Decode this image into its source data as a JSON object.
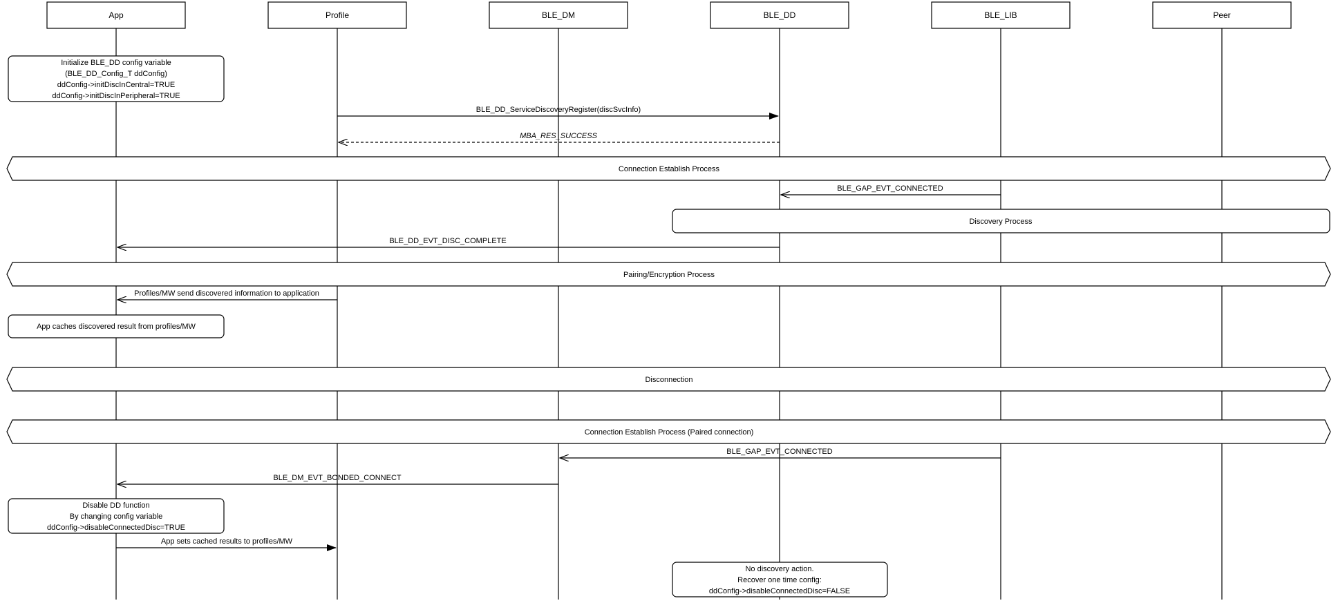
{
  "participants": [
    "App",
    "Profile",
    "BLE_DM",
    "BLE_DD",
    "BLE_LIB",
    "Peer"
  ],
  "notes": {
    "init": [
      "Initialize BLE_DD config variable",
      "(BLE_DD_Config_T ddConfig)",
      "ddConfig->initDiscInCentral=TRUE",
      "ddConfig->initDiscInPeripheral=TRUE"
    ],
    "discovery": "Discovery Process",
    "cache": "App caches discovered result from profiles/MW",
    "disable": [
      "Disable DD function",
      "By changing config variable",
      "ddConfig->disableConnectedDisc=TRUE"
    ],
    "nodisc": [
      "No discovery action.",
      "Recover one time config:",
      "ddConfig->disableConnectedDisc=FALSE"
    ]
  },
  "sections": {
    "conn": "Connection Establish Process",
    "pairing": "Pairing/Encryption Process",
    "disconnect": "Disconnection",
    "paired": "Connection Establish Process (Paired connection)"
  },
  "messages": {
    "register": "BLE_DD_ServiceDiscoveryRegister(discSvcInfo)",
    "success": "MBA_RES_SUCCESS",
    "gap1": "BLE_GAP_EVT_CONNECTED",
    "disc_complete": "BLE_DD_EVT_DISC_COMPLETE",
    "profiles_send": "Profiles/MW send discovered information to application",
    "gap2": "BLE_GAP_EVT_CONNECTED",
    "bonded": "BLE_DM_EVT_BONDED_CONNECT",
    "app_sets": "App sets cached results to profiles/MW"
  }
}
